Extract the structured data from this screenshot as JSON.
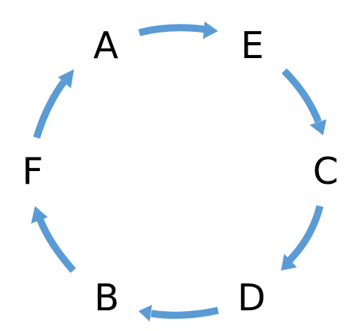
{
  "diagram": {
    "type": "cycle",
    "arrow_color": "#5b9bd5",
    "nodes": [
      {
        "id": "a",
        "label": "A"
      },
      {
        "id": "e",
        "label": "E"
      },
      {
        "id": "c",
        "label": "C"
      },
      {
        "id": "d",
        "label": "D"
      },
      {
        "id": "b",
        "label": "B"
      },
      {
        "id": "f",
        "label": "F"
      }
    ],
    "edges": [
      {
        "from": "A",
        "to": "E"
      },
      {
        "from": "E",
        "to": "C"
      },
      {
        "from": "C",
        "to": "D"
      },
      {
        "from": "D",
        "to": "B"
      },
      {
        "from": "B",
        "to": "F"
      },
      {
        "from": "F",
        "to": "A"
      }
    ]
  }
}
